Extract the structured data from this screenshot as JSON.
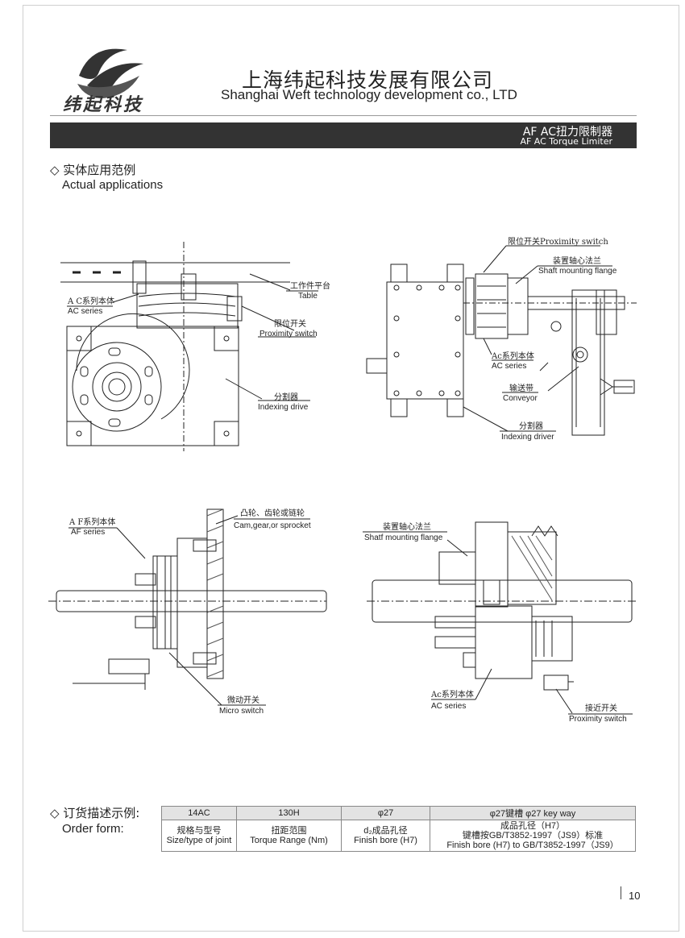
{
  "header": {
    "logo_text": "纬起科技",
    "company_cn": "上海纬起科技发展有限公司",
    "company_en": "Shanghai Weft technology development co., LTD"
  },
  "banner": {
    "title_cn": "AF AC扭力限制器",
    "title_en": "AF AC Torque Limiter"
  },
  "section_apps": {
    "title_cn": "◇ 实体应用范例",
    "title_en": "Actual applications"
  },
  "diagram1": {
    "table_cn": "工作件平台",
    "table_en": "Table",
    "ac_cn": "A C系列本体",
    "ac_en": "AC series",
    "prox_cn": "限位开关",
    "prox_en": "Proximity switch",
    "idx_cn": "分割器",
    "idx_en": "Indexing drive"
  },
  "diagram2": {
    "prox": "限位开关Proximity  switch",
    "flange_cn": "装置轴心法兰",
    "flange_en": "Shaft mounting flange",
    "ac_cn": "Ac系列本体",
    "ac_en": "AC series",
    "conv_cn": "输送带",
    "conv_en": "Conveyor",
    "idx_cn": "分割器",
    "idx_en": "Indexing driver"
  },
  "diagram3": {
    "af_cn": "A F系列本体",
    "af_en": "AF series",
    "cam_cn": "凸轮、齿轮或链轮",
    "cam_en": "Cam,gear,or sprocket",
    "micro_cn": "微动开关",
    "micro_en": "Micro switch"
  },
  "diagram4": {
    "flange_cn": "装置轴心法兰",
    "flange_en": "Shatf mounting flange",
    "ac_cn": "Ac系列本体",
    "ac_en": "AC series",
    "prox_cn": "接近开关",
    "prox_en": "Proximity switch"
  },
  "order_form": {
    "title_cn": "◇ 订货描述示例:",
    "title_en": "Order form:",
    "example": [
      "14AC",
      "130H",
      "φ27",
      "φ27键槽  φ27 key way"
    ],
    "desc": [
      {
        "cn": "规格与型号",
        "en": "Size/type of joint"
      },
      {
        "cn": "扭距范围",
        "en": "Torque Range (Nm)"
      },
      {
        "cn": "d₂成品孔径",
        "en": "Finish bore (H7)"
      },
      {
        "cn": "成品孔径（H7）",
        "en": "键槽按GB/T3852-1997（JS9）标准",
        "en2": "Finish bore (H7) to GB/T3852-1997（JS9）"
      }
    ]
  },
  "page_number": "10"
}
